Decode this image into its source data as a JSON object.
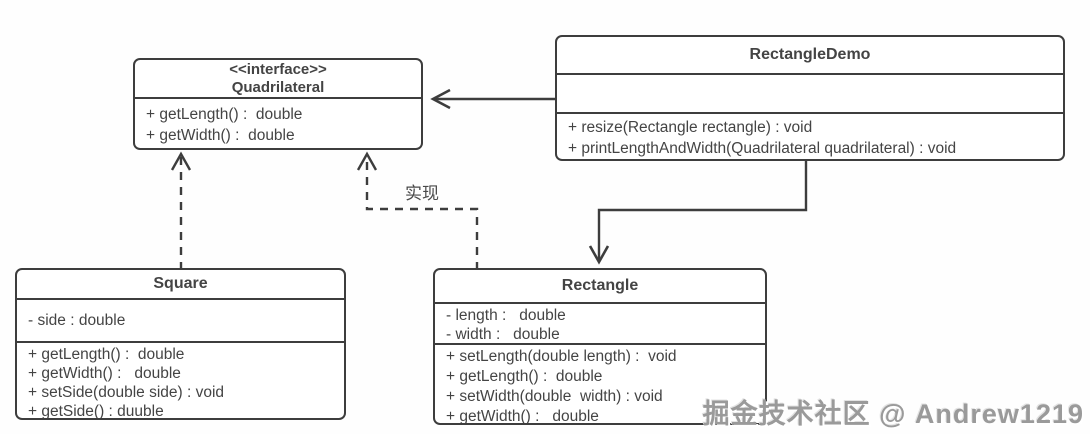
{
  "classes": {
    "quadrilateral": {
      "stereotype": "<<interface>>",
      "name": "Quadrilateral",
      "methods": [
        "+ getLength() :  double",
        "+ getWidth() :  double"
      ]
    },
    "rectangle_demo": {
      "name": "RectangleDemo",
      "methods": [
        "+ resize(Rectangle rectangle) : void",
        "+ printLengthAndWidth(Quadrilateral quadrilateral) : void"
      ]
    },
    "square": {
      "name": "Square",
      "attributes": [
        "- side : double"
      ],
      "methods": [
        "+ getLength() :  double",
        "+ getWidth() :   double",
        "+ setSide(double side) : void",
        "+ getSide() : duuble"
      ]
    },
    "rectangle": {
      "name": "Rectangle",
      "attributes": [
        "- length :   double",
        "- width :   double"
      ],
      "methods": [
        "+ setLength(double length) :  void",
        "+ getLength() :  double",
        "+ setWidth(double  width) : void",
        "+ getWidth() :   double"
      ]
    }
  },
  "edges": {
    "realize_label": "实现"
  },
  "watermark": "掘金技术社区 @ Andrew1219",
  "colors": {
    "line": "#3d3d3d",
    "text": "#444444"
  }
}
